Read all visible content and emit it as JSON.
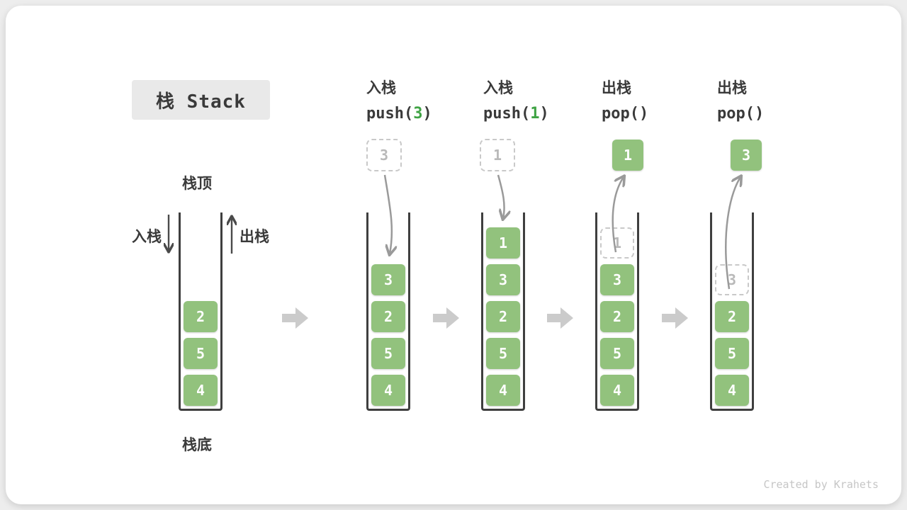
{
  "title_box": {
    "text": "栈 Stack"
  },
  "side_labels": {
    "stack_top": "栈顶",
    "stack_bottom": "栈底",
    "push": "入栈",
    "pop": "出栈"
  },
  "watermark": "Created by Krahets",
  "colors": {
    "green": "#92c27d",
    "accent_green": "#3fa344",
    "dash_gray": "#c9c9c9",
    "flow_arrow": "#cbcbcb",
    "curve_arrow": "#9a9a9a",
    "dark_arrow": "#4a4a4a"
  },
  "columns": [
    {
      "name": "initial",
      "cells": [
        {
          "value": "2",
          "variant": "solid"
        },
        {
          "value": "5",
          "variant": "solid"
        },
        {
          "value": "4",
          "variant": "solid"
        }
      ]
    },
    {
      "name": "push-3",
      "header": {
        "label": "入栈",
        "op_before": "push(",
        "op_arg": "3",
        "op_after": ")"
      },
      "floating": {
        "value": "3",
        "variant": "dashed"
      },
      "cells": [
        {
          "value": "3",
          "variant": "solid"
        },
        {
          "value": "2",
          "variant": "solid"
        },
        {
          "value": "5",
          "variant": "solid"
        },
        {
          "value": "4",
          "variant": "solid"
        }
      ]
    },
    {
      "name": "push-1",
      "header": {
        "label": "入栈",
        "op_before": "push(",
        "op_arg": "1",
        "op_after": ")"
      },
      "floating": {
        "value": "1",
        "variant": "dashed"
      },
      "cells": [
        {
          "value": "1",
          "variant": "solid"
        },
        {
          "value": "3",
          "variant": "solid"
        },
        {
          "value": "2",
          "variant": "solid"
        },
        {
          "value": "5",
          "variant": "solid"
        },
        {
          "value": "4",
          "variant": "solid"
        }
      ]
    },
    {
      "name": "pop-1",
      "header": {
        "label": "出栈",
        "op_before": "pop()",
        "op_arg": "",
        "op_after": ""
      },
      "floating": {
        "value": "1",
        "variant": "solid"
      },
      "cells": [
        {
          "value": "1",
          "variant": "dashed"
        },
        {
          "value": "3",
          "variant": "solid"
        },
        {
          "value": "2",
          "variant": "solid"
        },
        {
          "value": "5",
          "variant": "solid"
        },
        {
          "value": "4",
          "variant": "solid"
        }
      ]
    },
    {
      "name": "pop-3",
      "header": {
        "label": "出栈",
        "op_before": "pop()",
        "op_arg": "",
        "op_after": ""
      },
      "floating": {
        "value": "3",
        "variant": "solid"
      },
      "cells": [
        {
          "value": "3",
          "variant": "dashed"
        },
        {
          "value": "2",
          "variant": "solid"
        },
        {
          "value": "5",
          "variant": "solid"
        },
        {
          "value": "4",
          "variant": "solid"
        }
      ]
    }
  ]
}
